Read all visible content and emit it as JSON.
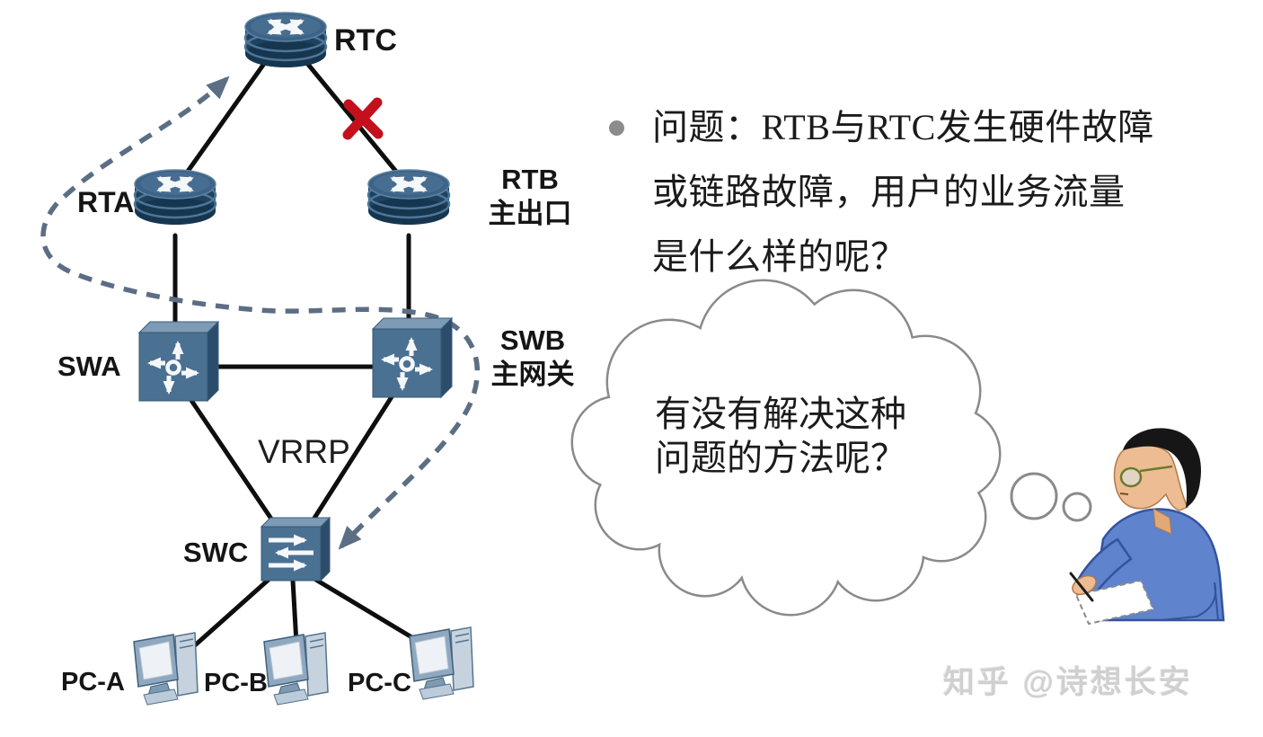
{
  "diagram": {
    "nodes": {
      "rtc": {
        "label": "RTC",
        "type": "router"
      },
      "rta": {
        "label": "RTA",
        "type": "router"
      },
      "rtb": {
        "label": "RTB",
        "sublabel": "主出口",
        "type": "router"
      },
      "swa": {
        "label": "SWA",
        "type": "l3-switch"
      },
      "swb": {
        "label": "SWB",
        "sublabel": "主网关",
        "type": "l3-switch"
      },
      "swc": {
        "label": "SWC",
        "type": "l2-switch"
      },
      "pca": {
        "label": "PC-A",
        "type": "pc"
      },
      "pcb": {
        "label": "PC-B",
        "type": "pc"
      },
      "pcc": {
        "label": "PC-C",
        "type": "pc"
      }
    },
    "vrrp_label": "VRRP",
    "icons": {
      "router": "router-crossed-arrows-icon",
      "l3_switch": "l3-switch-four-arrows-icon",
      "l2_switch": "l2-switch-horizontal-arrows-icon",
      "pc": "desktop-pc-icon",
      "failure": "red-x-icon",
      "traffic": "dashed-traffic-arrow"
    },
    "colors": {
      "router_body": "#1e4260",
      "router_top": "#3d6386",
      "switch_front": "#4a7092",
      "switch_side": "#2b4d6b",
      "switch_top": "#7d9bb6",
      "link": "#0e0e0e",
      "dashed_path": "#5b6e84",
      "failure_x": "#c40f1d",
      "cloud_outline": "#8a8a8a"
    }
  },
  "annotation": {
    "bullet_lines": {
      "0": "问题：RTB与RTC发生硬件故障",
      "1": "或链路故障，用户的业务流量",
      "2": "是什么样的呢？"
    },
    "thought_lines": {
      "0": "有没有解决这种",
      "1": "问题的方法呢？"
    }
  },
  "watermark": {
    "text": "知乎 @诗想长安"
  }
}
